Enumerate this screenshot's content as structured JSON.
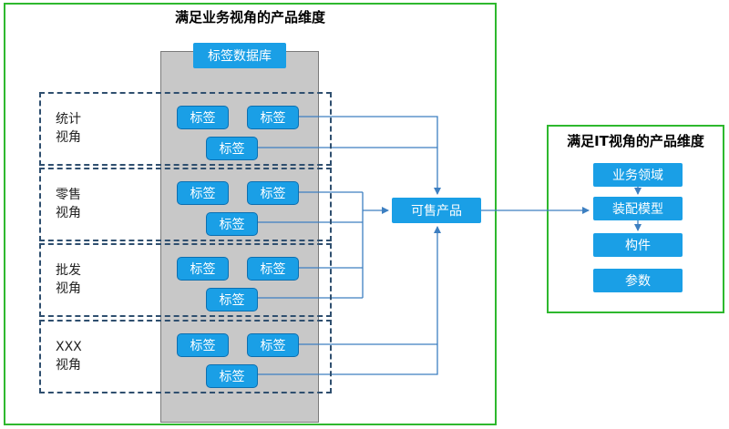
{
  "business_dimension": {
    "title": "满足业务视角的产品维度",
    "database_label": "标签数据库",
    "tag_label": "标签",
    "views": [
      {
        "label": "统计\n视角"
      },
      {
        "label": "零售\n视角"
      },
      {
        "label": "批发\n视角"
      },
      {
        "label": "XXX\n视角"
      }
    ]
  },
  "product": {
    "label": "可售产品"
  },
  "it_dimension": {
    "title": "满足IT视角的产品维度",
    "items": [
      "业务领域",
      "装配模型",
      "构件",
      "参数"
    ]
  },
  "colors": {
    "green_frame": "#2eb82e",
    "chip_blue": "#1a9fe6",
    "connector": "#3d7fc1",
    "database_gray": "#c8c8c8"
  }
}
